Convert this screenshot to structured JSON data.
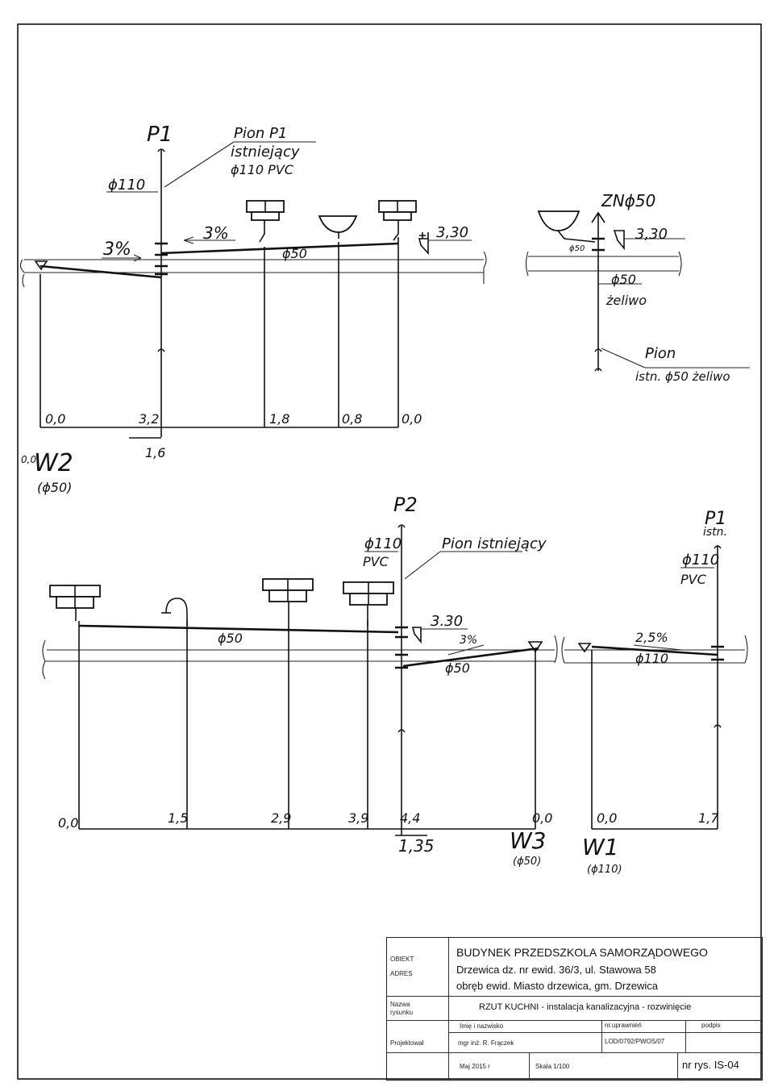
{
  "upper": {
    "riser_p1_label": "P1",
    "riser_p1_note": [
      "Pion P1",
      "istniejący",
      "ϕ110 PVC"
    ],
    "riser_p1_dia": "ϕ110",
    "slope_1": "3%",
    "slope_2": "3%",
    "pipe_dia": "ϕ50",
    "level": "3,30",
    "dims": [
      "0,0",
      "3,2",
      "1,8",
      "0,8",
      "0,0"
    ],
    "dim_extra": "1,6",
    "outlet_label": "W2",
    "outlet_zero": "0,0",
    "outlet_dia": "(ϕ50)"
  },
  "upper_right": {
    "title": "ZNϕ50",
    "small_dia": "ϕ50",
    "level": "3,30",
    "pipe_dia": "ϕ50",
    "material": "żeliwo",
    "riser_note": [
      "Pion",
      "istn. ϕ50 żeliwo"
    ]
  },
  "lower": {
    "riser_p2_label": "P2",
    "riser_p2_dia": [
      "ϕ110",
      "PVC"
    ],
    "riser_p2_note": "Pion istniejący",
    "pipe_dia_1": "ϕ50",
    "level": "3.30",
    "slope": "3%",
    "pipe_dia_2": "ϕ50",
    "dims": [
      "0,0",
      "1,5",
      "2,9",
      "3,9",
      "4,4",
      "0,0"
    ],
    "dim_extra": "1,35",
    "outlet_label": "W3",
    "outlet_dia": "(ϕ50)"
  },
  "lower_right": {
    "riser_label": [
      "P1",
      "istn."
    ],
    "riser_dia": [
      "ϕ110",
      "PVC"
    ],
    "slope": "2,5%",
    "pipe_dia": "ϕ110",
    "dims": [
      "0,0",
      "1,7"
    ],
    "outlet_label": "W1",
    "outlet_dia": "(ϕ110)"
  },
  "title_block": {
    "obiekt_label": "OBIEKT",
    "adres_label": "ADRES",
    "obiekt": "BUDYNEK PRZEDSZKOLA SAMORZĄDOWEGO",
    "adres_1": "Drzewica dz. nr ewid. 36/3, ul. Stawowa 58",
    "adres_2": "obręb ewid. Miasto drzewica, gm. Drzewica",
    "nazwa_label_1": "Nazwa",
    "nazwa_label_2": "rysunku",
    "nazwa": "RZUT KUCHNI - instalacja kanalizacyjna - rozwinięcie",
    "imie_label": "Imię i nazwisko",
    "uprawnien_label": "nr.uprawnień",
    "podpis_label": "podpis",
    "projektowal_label": "Projektował",
    "projektant": "mgr inż. R. Frączek",
    "uprawnienia": "LOD/0792/PWOS/07",
    "data": "Maj 2015 r",
    "skala": "Skala 1/100",
    "nr_rys": "nr rys. IS-04"
  }
}
